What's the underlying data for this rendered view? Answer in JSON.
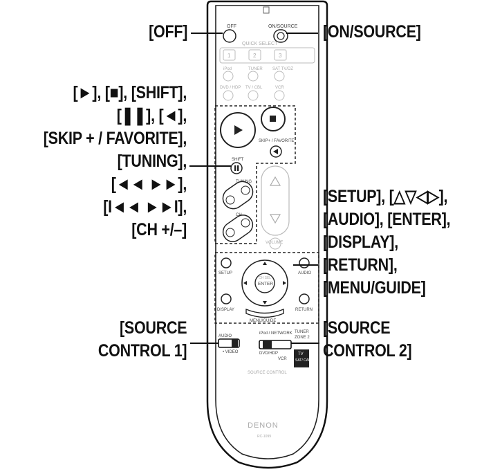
{
  "callouts": {
    "off": "[OFF]",
    "on_source": "[ON/SOURCE]",
    "transport": "[►], [■], [SHIFT],\n[❚❚], [◄],\n[SKIP + / FAVORITE],\n[TUNING],\n[◄◄  ►►],\n[I◄◄  ►►I],\n[CH +/–]",
    "setup": "[SETUP], [△▽◁▷],\n[AUDIO], [ENTER],\n[DISPLAY],\n[RETURN],\n[MENU/GUIDE]",
    "source_control_1": "[SOURCE\nCONTROL 1]",
    "source_control_2": "[SOURCE\nCONTROL 2]"
  },
  "remote": {
    "off_label": "OFF",
    "on_source_label": "ON/SOURCE",
    "quick_select": "QUICK SELECT",
    "quick_buttons": [
      "1",
      "2",
      "3"
    ],
    "source_row1": [
      "iPod",
      "TUNER",
      "SAT TV/DZ"
    ],
    "source_row2": [
      "DVD / HDP",
      "TV / CBL",
      "VCR"
    ],
    "skip_favorite": "SKIP+ / FAVORITE",
    "shift": "SHIFT",
    "tuning": "TUNING",
    "ch": "CH",
    "volume": "VOLUME",
    "setup": "SETUP",
    "audio": "AUDIO",
    "ch_sel": "CH SEL",
    "enter": "ENTER",
    "display": "DISPLAY",
    "return": "RETURN",
    "menu_guide": "MENU/GUIDE",
    "audio_switch": "AUDIO",
    "video_switch": "• VIDEO",
    "ipod_network": "iPod / NETWORK",
    "tuner_zone": "TUNER",
    "zone2": "ZONE 2",
    "dvd_hdp": "DVD/HDP",
    "vcr": "VCR",
    "tv": "TV",
    "sat_cable": "SAT/\nCABLE",
    "source_control": "SOURCE CONTROL",
    "brand": "DENON",
    "model": "RC-1099"
  }
}
